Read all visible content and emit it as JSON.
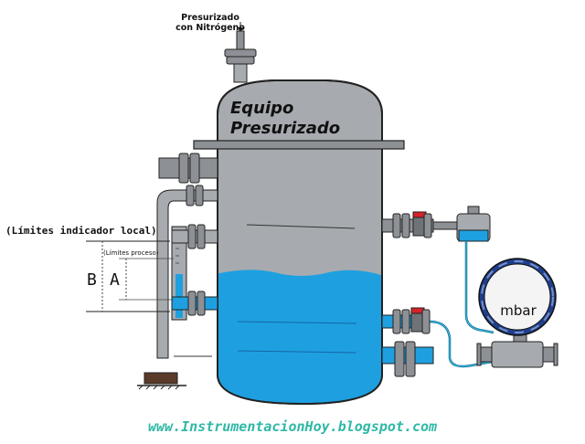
{
  "labels": {
    "top_line1": "Presurizado",
    "top_line2": "con Nitrógeno",
    "vessel_line1": "Equipo",
    "vessel_line2": "Presurizado",
    "limits_local": "(Límites indicador local)",
    "limits_process": "(Límites proceso)",
    "b": "B",
    "a": "A",
    "gauge_unit": "mbar",
    "website": "www.InstrumentacionHoy.blogspot.com"
  },
  "colors": {
    "vessel_gray": "#a7abaf",
    "liquid_blue": "#1ea0e0",
    "pipe_gray": "#8d9196",
    "outline": "#222222",
    "gauge_ring": "#1f3f8c",
    "valve_red": "#d8222a",
    "website_text": "#2fb8a6"
  }
}
